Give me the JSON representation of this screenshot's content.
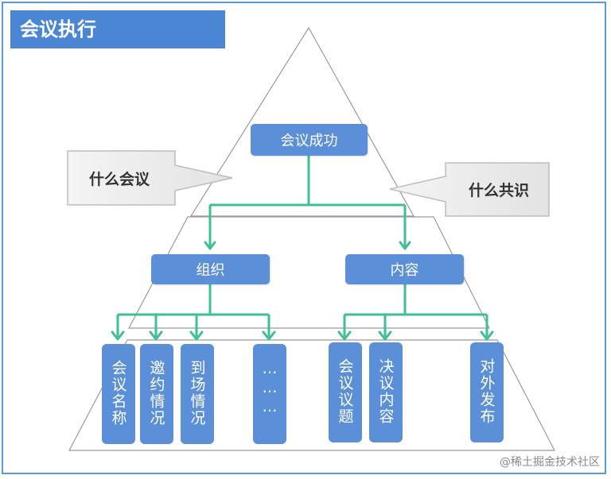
{
  "title": "会议执行",
  "top_node": "会议成功",
  "left_callout": "什么会议",
  "right_callout": "什么共识",
  "mid_nodes": {
    "left": "组织",
    "right": "内容"
  },
  "left_leaves": [
    "会议名称",
    "邀约情况",
    "到场情况",
    "………"
  ],
  "right_leaves": [
    "会议议题",
    "决议内容",
    "对外发布"
  ],
  "watermark": "@稀土掘金技术社区",
  "colors": {
    "node": "#5b8fd8",
    "connector": "#3fbf94",
    "title_bar": "#4a86d4",
    "frame": "#5b9bd5"
  }
}
